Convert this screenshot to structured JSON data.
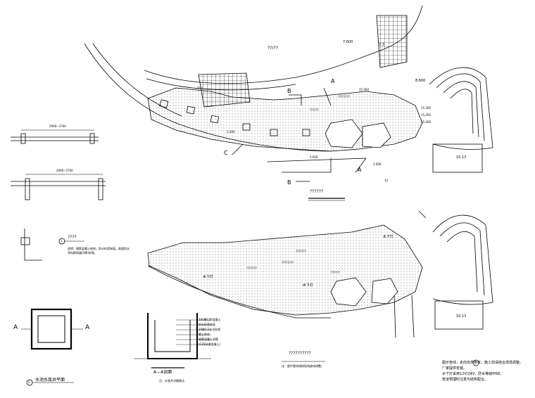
{
  "plan_top": {
    "title": "??????",
    "area_label": "??/??",
    "elev_a": "7.600",
    "elev_b": "7.3",
    "elev_c": "8.600",
    "elev_d": "15.500",
    "elev_e": "3.200",
    "elev_f": "3.600",
    "elev_g": "2.600",
    "elev_h": "15.300",
    "elev_i": "15.450",
    "elev_j": "15.400",
    "room": "10.13",
    "sec_b1": "B",
    "sec_b2": "B",
    "sec_a1": "A",
    "sec_a2": "A",
    "sec_c": "C",
    "note_a": "????????",
    "note_b": "??????",
    "note_c": "????",
    "stray": "??"
  },
  "plan_bottom": {
    "title": "??????????",
    "room": "10.13",
    "light_1": "水下灯",
    "light_2": "水下灯",
    "light_3": "水下灯",
    "note_pump": "???????",
    "note_pipe": "???????",
    "note_feed": "????????",
    "note_drain": "??????",
    "caption": "注：图中管线请按现场放线调整。"
  },
  "details": {
    "dim_1": "2900~3700",
    "dim_2": "2900~3700",
    "detail_title": "????",
    "detail_num": "1",
    "detail_note_1": "说明：钢筋混凝土结构，防水砂浆抹面，表面防水",
    "detail_note_2": "涂料刷两遍(3厚)处理。",
    "pit_title": "水池水泵井平面",
    "pit_num": "2",
    "pit_left": "A",
    "pit_right": "A",
    "section_title": "A—A剖面",
    "section_note": "注：水泵井详细做法",
    "section_layers": [
      "100厚C20混凝土",
      "防水砂浆抹面",
      "20厚1:2水泥砂浆",
      "素土夯实",
      "钢筋混凝土池壁",
      "(C25抗渗混凝土)"
    ]
  },
  "notes": {
    "n1": "图示管线，走向仅供参考，施工前请结合现场调整。",
    "n2": "厂家提供安装。",
    "n3": "水下灯采用12V/24V，防水等级IP68。",
    "n4": "管道预埋时注意与结构配合。"
  }
}
